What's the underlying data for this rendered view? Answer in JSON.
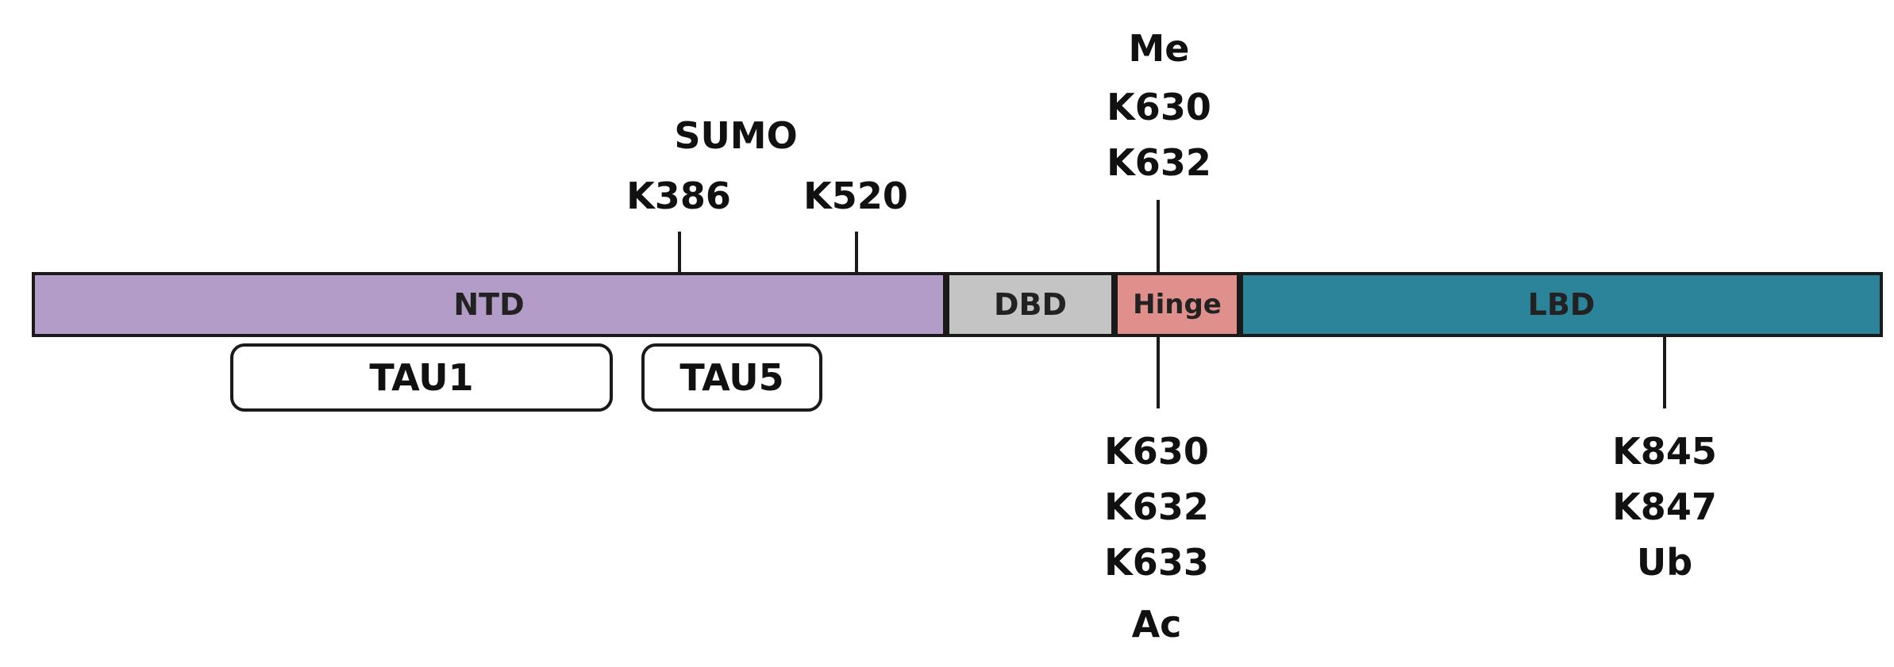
{
  "domains": [
    {
      "id": "ntd",
      "label": "NTD",
      "color": "#b39dc8"
    },
    {
      "id": "dbd",
      "label": "DBD",
      "color": "#c4c4c4"
    },
    {
      "id": "hinge",
      "label": "Hinge",
      "color": "#df8f8c"
    },
    {
      "id": "lbd",
      "label": "LBD",
      "color": "#2b849a"
    }
  ],
  "regions": {
    "tau1": "TAU1",
    "tau5": "TAU5"
  },
  "sumo": {
    "title": "SUMO",
    "sites": [
      "K386",
      "K520"
    ]
  },
  "methylation": {
    "title": "Me",
    "sites": [
      "K630",
      "K632"
    ]
  },
  "acetylation": {
    "sites": [
      "K630",
      "K632",
      "K633"
    ],
    "title": "Ac"
  },
  "ubiquitination": {
    "sites": [
      "K845",
      "K847"
    ],
    "title": "Ub"
  }
}
